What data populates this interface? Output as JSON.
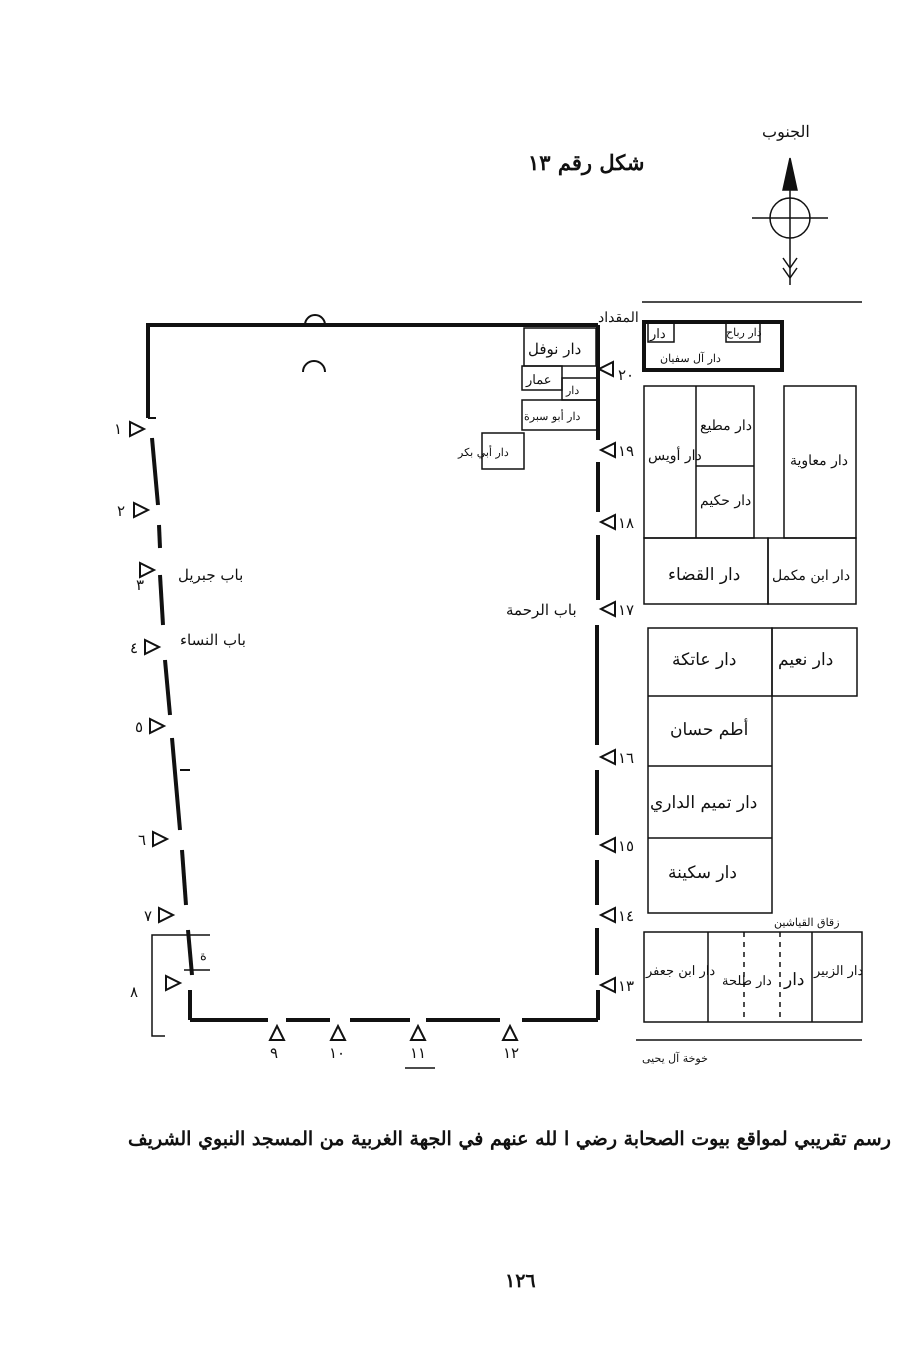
{
  "figure_title": "شكل رقم ١٣",
  "compass_label": "الجنوب",
  "caption": "رسم تقريبي لمواقع بيوت الصحابة رضي ا لله عنهم في الجهة الغربية من المسجد النبوي الشريف",
  "page_number": "١٢٦",
  "gates": {
    "g1": "١",
    "g2": "٢",
    "g3": "٣",
    "g4": "٤",
    "g5": "٥",
    "g6": "٦",
    "g7": "٧",
    "g8": "٨",
    "g9": "٩",
    "g10": "١٠",
    "g11": "١١",
    "g12": "١٢",
    "g13": "١٣",
    "g14": "١٤",
    "g15": "١٥",
    "g16": "١٦",
    "g17": "١٧",
    "g18": "١٨",
    "g19": "١٩",
    "g20": "٢٠"
  },
  "door_names": {
    "jibril": "باب جبريل",
    "nisa": "باب النساء",
    "rahma": "باب الرحمة"
  },
  "inner_houses": {
    "nawfal": "دار نوفل",
    "ammar": "عمار",
    "dar_small": "دار",
    "abu_sabra": "دار أبو سبرة",
    "abi_bakr": "دار أبي بكر",
    "partial": "ة"
  },
  "houses": {
    "miqdad": "المقداد",
    "rabah": "دار رباح",
    "dar_box": "دار",
    "al_sufyan": "دار آل سفيان",
    "uways": "دار أويس",
    "mutie": "دار مطيع",
    "hakim": "دار حكيم",
    "muawiya": "دار معاوية",
    "qada": "دار القضاء",
    "ibn_mukmil": "دار ابن مكمل",
    "atika": "دار عاتكة",
    "nuaym": "دار نعيم",
    "utm_hassan": "أطم حسان",
    "tamim": "دار تميم الداري",
    "sukayna": "دار سكينة",
    "ibn_jafar": "دار ابن جعفر",
    "talha": "دار طلحة",
    "dar_plain": "دار",
    "zubayr": "دار الزبير"
  },
  "streets": {
    "qiyashin": "زقاق القياشين",
    "al_yahya": "خوخة آل يحيى"
  }
}
